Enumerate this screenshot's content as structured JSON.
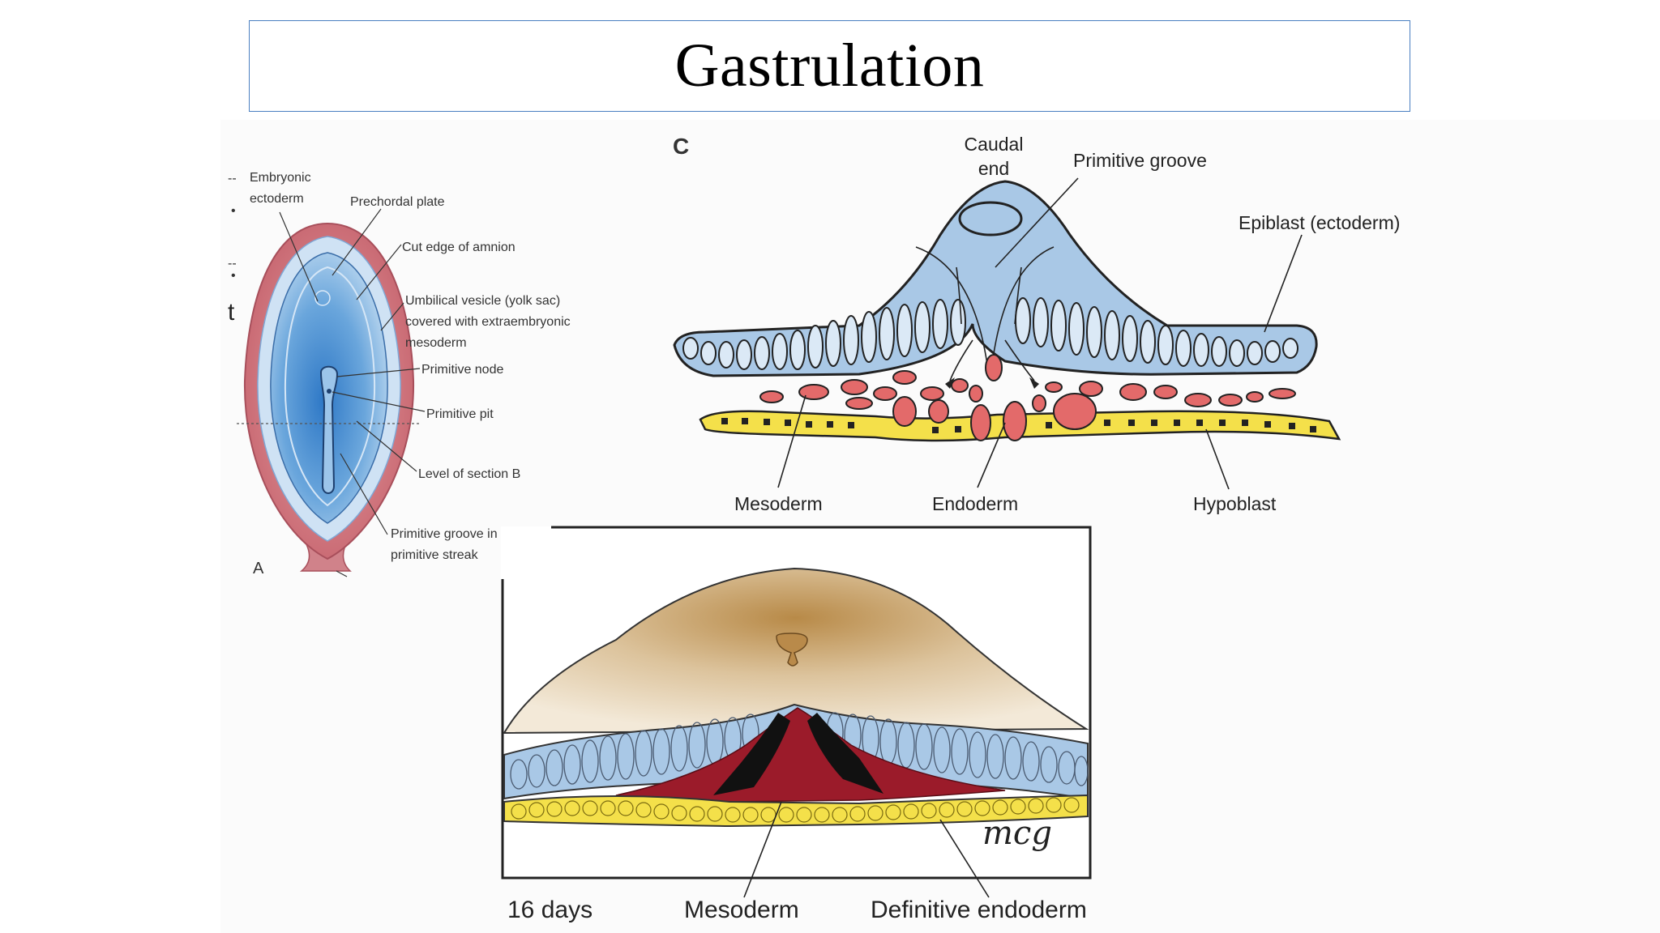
{
  "title": "Gastrulation",
  "panel_a": {
    "letter": "A",
    "labels": {
      "embryonic_ectoderm_1": "Embryonic",
      "embryonic_ectoderm_2": "ectoderm",
      "prechordal_plate": "Prechordal plate",
      "cut_edge": "Cut edge of amnion",
      "umbilical_1": "Umbilical vesicle (yolk sac)",
      "umbilical_2": "covered with extraembryonic",
      "umbilical_3": "mesoderm",
      "primitive_node": "Primitive node",
      "primitive_pit": "Primitive pit",
      "level_section": "Level of section B",
      "groove_1": "Primitive groove in",
      "groove_2": "primitive streak"
    },
    "stray_letter": "t"
  },
  "panel_c": {
    "letter": "C",
    "labels": {
      "caudal_1": "Caudal",
      "caudal_2": "end",
      "primitive_groove": "Primitive groove",
      "epiblast": "Epiblast (ectoderm)",
      "mesoderm": "Mesoderm",
      "endoderm": "Endoderm",
      "hypoblast": "Hypoblast"
    }
  },
  "panel_bottom": {
    "days": "16 days",
    "mesoderm": "Mesoderm",
    "definitive_endoderm": "Definitive endoderm",
    "signature": "mcg"
  },
  "colors": {
    "epiblast_blue": "#a9c8e6",
    "hypoblast_yellow": "#f4e04a",
    "mesoderm_red": "#e36a6a",
    "dark_red": "#9b1b2a",
    "tan": "#e2c9a2",
    "frame_blue": "#4a7fc1"
  }
}
